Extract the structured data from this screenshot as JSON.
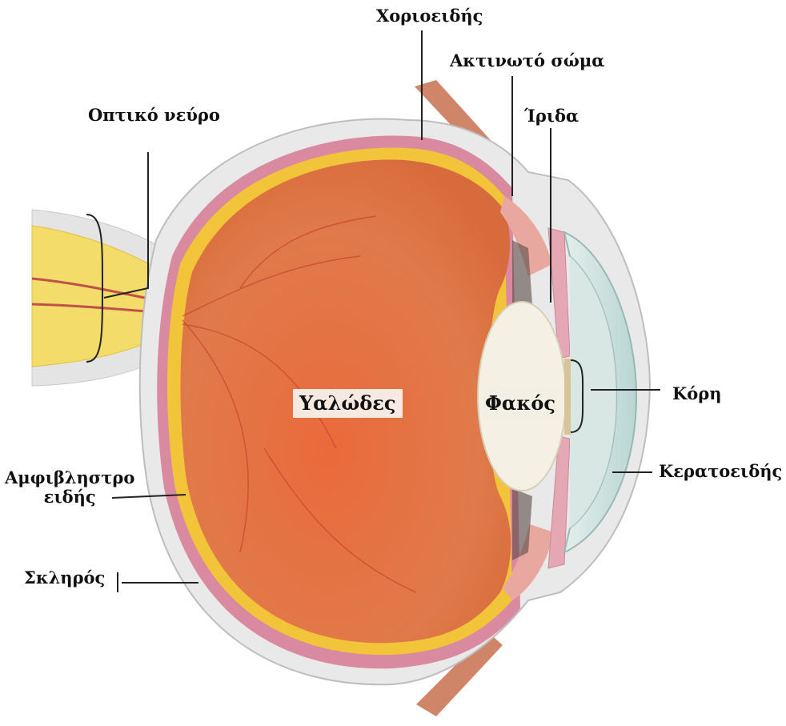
{
  "labels": {
    "choroid": "Χοριοειδής",
    "ciliary_body": "Ακτινωτό σώμα",
    "iris": "Ίριδα",
    "optic_nerve": "Οπτικό νεύρο",
    "vitreous": "Υαλώδες",
    "lens": "Φακός",
    "pupil": "Κόρη",
    "cornea": "Κερατοειδής",
    "retina_line1": "Αμφιβληστρο",
    "retina_line2": "ειδής",
    "sclera": "Σκληρός"
  },
  "colors": {
    "vitreous": "#e07a4a",
    "retina": "#f2c43a",
    "choroid": "#d98aa0",
    "sclera": "#e9e9e9",
    "cornea": "#cfe3df",
    "lens": "#f4f1e4",
    "optic_nerve": "#f3dc6a",
    "muscle": "#c9704e"
  }
}
